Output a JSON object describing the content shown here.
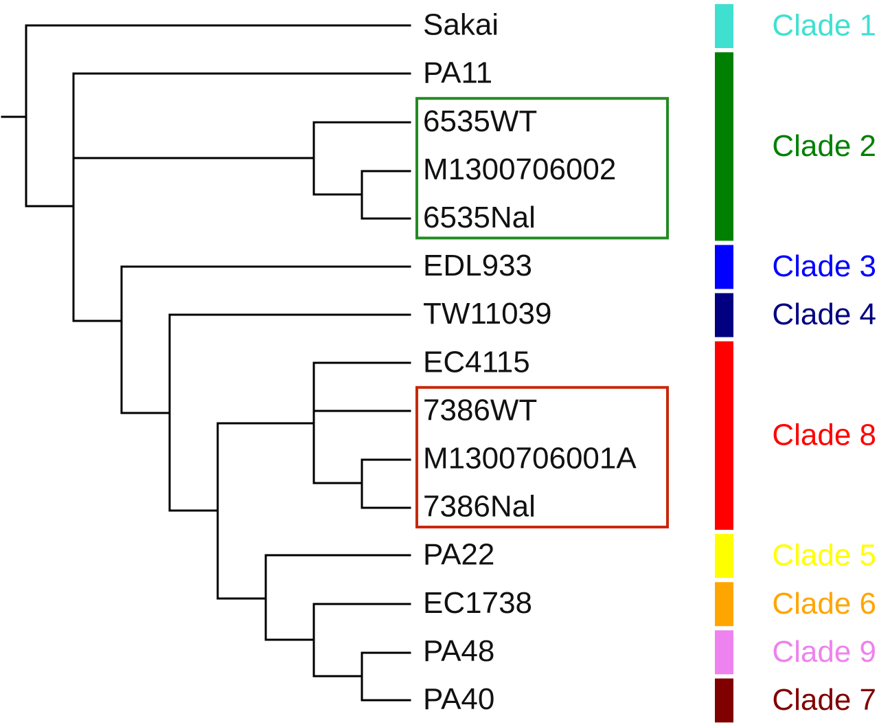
{
  "leaves": [
    "Sakai",
    "PA11",
    "6535WT",
    "M1300706002",
    "6535Nal",
    "EDL933",
    "TW11039",
    "EC4115",
    "7386WT",
    "M1300706001A",
    "7386Nal",
    "PA22",
    "EC1738",
    "PA48",
    "PA40"
  ],
  "clades": [
    {
      "label": "Clade 1",
      "color": "#40E0D0",
      "first": 0,
      "last": 0
    },
    {
      "label": "Clade 2",
      "color": "#008000",
      "first": 1,
      "last": 4
    },
    {
      "label": "Clade 3",
      "color": "#0000FF",
      "first": 5,
      "last": 5
    },
    {
      "label": "Clade 4",
      "color": "#000080",
      "first": 6,
      "last": 6
    },
    {
      "label": "Clade 8",
      "color": "#FF0000",
      "first": 7,
      "last": 10
    },
    {
      "label": "Clade 5",
      "color": "#FFFF00",
      "first": 11,
      "last": 11
    },
    {
      "label": "Clade 6",
      "color": "#FFA500",
      "first": 12,
      "last": 12
    },
    {
      "label": "Clade 9",
      "color": "#EE82EE",
      "first": 13,
      "last": 13
    },
    {
      "label": "Clade 7",
      "color": "#800000",
      "first": 14,
      "last": 14
    }
  ],
  "highlight_groups": [
    {
      "first": 2,
      "last": 4,
      "color": "#228B22"
    },
    {
      "first": 8,
      "last": 10,
      "color": "#C8280A"
    }
  ]
}
